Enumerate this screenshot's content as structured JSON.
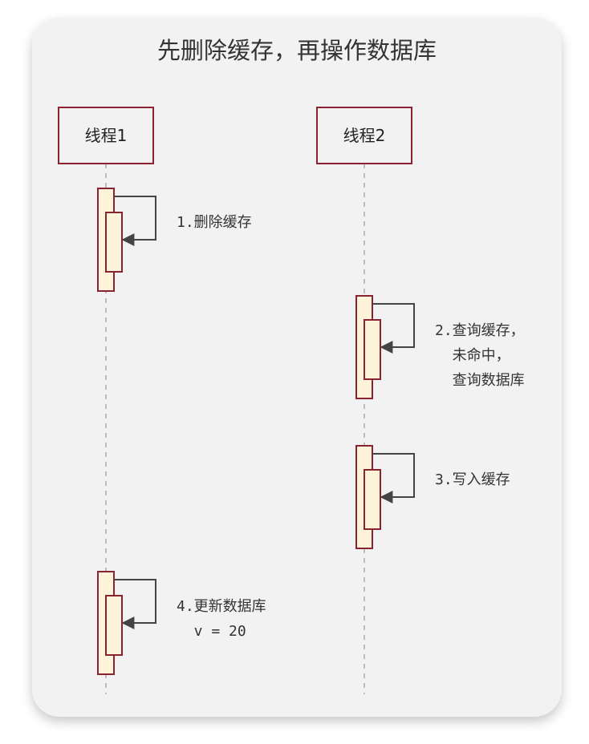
{
  "diagram": {
    "title": "先删除缓存，再操作数据库",
    "lifelines": [
      {
        "id": "t1",
        "label": "线程1"
      },
      {
        "id": "t2",
        "label": "线程2"
      }
    ],
    "steps": [
      {
        "lifeline": "t1",
        "lines": [
          "1.删除缓存"
        ]
      },
      {
        "lifeline": "t2",
        "lines": [
          "2.查询缓存，",
          "  未命中，",
          "  查询数据库"
        ]
      },
      {
        "lifeline": "t2",
        "lines": [
          "3.写入缓存"
        ]
      },
      {
        "lifeline": "t1",
        "lines": [
          "4.更新数据库",
          "  v = 20"
        ]
      }
    ],
    "colors": {
      "box_border": "#8b2232",
      "activation_fill": "#fdf3d8",
      "activation_border": "#8b2232",
      "arrow": "#444444",
      "lifeline_dash": "#aaaaaa",
      "card_bg": "#f2f2f2"
    }
  }
}
